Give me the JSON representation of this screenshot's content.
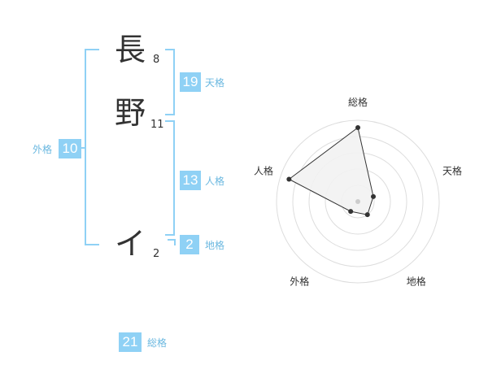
{
  "name_chars": [
    {
      "char": "長",
      "strokes": "8"
    },
    {
      "char": "野",
      "strokes": "11"
    },
    {
      "char": "イ",
      "strokes": "2"
    }
  ],
  "kaku": {
    "tenkaku": {
      "value": "19",
      "label": "天格"
    },
    "jinkaku": {
      "value": "13",
      "label": "人格"
    },
    "chikaku": {
      "value": "2",
      "label": "地格"
    },
    "gaikaku": {
      "value": "10",
      "label": "外格"
    },
    "soukaku": {
      "value": "21",
      "label": "総格"
    }
  },
  "radar": {
    "axes": [
      "総格",
      "天格",
      "地格",
      "外格",
      "人格"
    ],
    "levels": 5,
    "values": [
      0.91,
      0.2,
      0.2,
      0.15,
      0.89
    ],
    "colors": {
      "grid": "#dddddd",
      "fill": "#f2f2f2",
      "line": "#333333",
      "dot": "#333333",
      "center": "#cccccc"
    }
  },
  "colors": {
    "badge": "#8fd1f5",
    "bracket": "#8fd1f5",
    "badge_label": "#6bb8e0"
  }
}
